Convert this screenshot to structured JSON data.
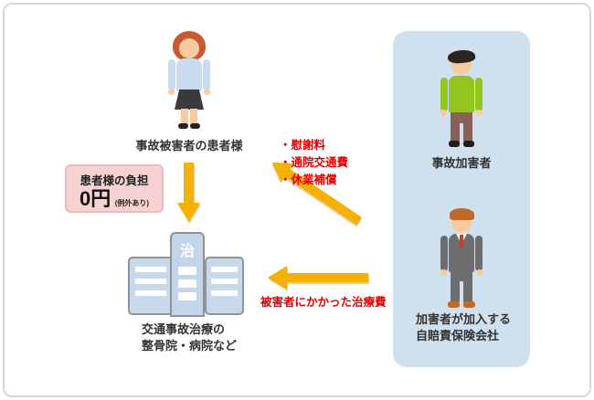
{
  "colors": {
    "arrow": "#F5B100",
    "panel": "#CFE0EE",
    "pink-fill": "#F7D2D2",
    "pink-border": "#EBBCBC",
    "red-text": "#E50000",
    "building-fill": "#C7D9EB",
    "building-border": "#929292",
    "text": "#323232"
  },
  "diagram": {
    "victim_label": "事故被害者の患者様",
    "burden_box": {
      "title_prefix": "患者様の",
      "title_emph": "負担",
      "amount": "0円",
      "note": "(例外あり)"
    },
    "clinic": {
      "sign": "治",
      "label_line1": "交通事故治療の",
      "label_line2": "整骨院・病院など"
    },
    "perpetrator_label": "事故加害者",
    "insurer": {
      "label_line1": "加害者が加入する",
      "label_line2": "自賠責保険会社"
    },
    "compensation_items": [
      "・慰謝料",
      "・通院交通費",
      "・休業補償"
    ],
    "treatment_fee_label": "被害者にかかった治療費"
  }
}
